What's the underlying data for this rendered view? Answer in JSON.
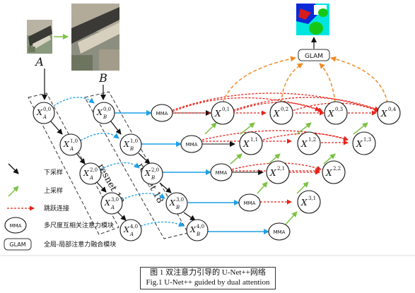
{
  "inputs": {
    "a_label": "A",
    "b_label": "B"
  },
  "glam_label": "GLAM",
  "mma_label": "MMA",
  "nodes": {
    "xa00": {
      "base": "X",
      "sup": "0,0",
      "sub": "A"
    },
    "xa10": {
      "base": "X",
      "sup": "1,0",
      "sub": "A"
    },
    "xa20": {
      "base": "X",
      "sup": "2,0",
      "sub": "A"
    },
    "xa30": {
      "base": "X",
      "sup": "3,0",
      "sub": "A"
    },
    "xa40": {
      "base": "X",
      "sup": "4,0",
      "sub": "A"
    },
    "xb00": {
      "base": "X",
      "sup": "0,0",
      "sub": "B"
    },
    "xb10": {
      "base": "X",
      "sup": "1,0",
      "sub": "B"
    },
    "xb20": {
      "base": "X",
      "sup": "2,0",
      "sub": "B"
    },
    "xb30": {
      "base": "X",
      "sup": "3,0",
      "sub": "B"
    },
    "xb40": {
      "base": "X",
      "sup": "4,0",
      "sub": "B"
    },
    "x01": {
      "base": "X",
      "sup": "0,1"
    },
    "x02": {
      "base": "X",
      "sup": "0,2"
    },
    "x03": {
      "base": "X",
      "sup": "0,3"
    },
    "x04": {
      "base": "X",
      "sup": "0,4"
    },
    "x11": {
      "base": "X",
      "sup": "1,1"
    },
    "x12": {
      "base": "X",
      "sup": "1,2"
    },
    "x13": {
      "base": "X",
      "sup": "1,3"
    },
    "x21": {
      "base": "X",
      "sup": "2,1"
    },
    "x22": {
      "base": "X",
      "sup": "2,2"
    },
    "x31": {
      "base": "X",
      "sup": "3,1"
    }
  },
  "encoders": {
    "a": "resnet 18",
    "b": "resnet 18"
  },
  "legend": {
    "downsample": "下采样",
    "upsample": "上采样",
    "skip": "跳跃连接",
    "mma_box": "MMA",
    "mma_desc": "多尺度互相关注意力模块",
    "glam_box": "GLAM",
    "glam_desc": "全局-局部注意力融合模块"
  },
  "caption": {
    "zh": "图 1  双注意力引导的 U-Net++网络",
    "en": "Fig.1 U-Net++ guided by dual attention"
  },
  "colors": {
    "down_arrow": "#111111",
    "up_arrow": "#7cc244",
    "skip_arrow": "#e8231c",
    "mma_arrow": "#1ea0e6",
    "dotted_blue": "#1ea0e6",
    "glam_arrow": "#f08a24"
  }
}
